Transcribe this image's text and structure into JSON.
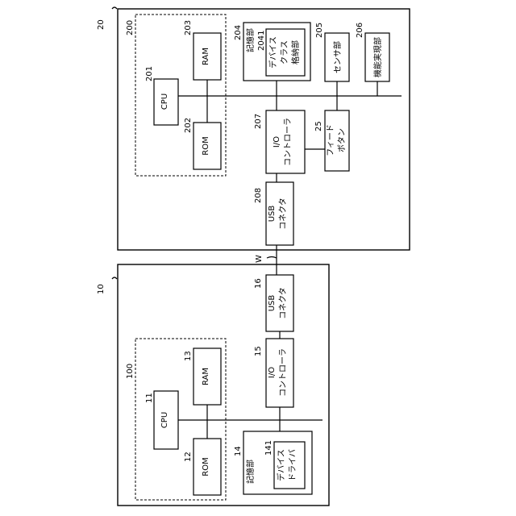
{
  "device_20": {
    "ref": "20",
    "control_ref": "200",
    "cpu": {
      "ref": "201",
      "label": "CPU"
    },
    "ram": {
      "ref": "203",
      "label": "RAM"
    },
    "rom": {
      "ref": "202",
      "label": "ROM"
    },
    "storage": {
      "ref": "204",
      "label": "記憶部"
    },
    "device_class_storage": {
      "ref": "2041",
      "lines": [
        "デバイス",
        "クラス",
        "格納部"
      ]
    },
    "sensor": {
      "ref": "205",
      "label": "センサ部"
    },
    "function": {
      "ref": "206",
      "label": "機能実現部"
    },
    "io_controller": {
      "ref": "207",
      "lines": [
        "I/O",
        "コントローラ"
      ]
    },
    "feed_button": {
      "ref": "25",
      "lines": [
        "フィード",
        "ボタン"
      ]
    },
    "usb_connector": {
      "ref": "208",
      "lines": [
        "USB",
        "コネクタ"
      ]
    }
  },
  "cable": {
    "ref": "W"
  },
  "device_10": {
    "ref": "10",
    "control_ref": "100",
    "cpu": {
      "ref": "11",
      "label": "CPU"
    },
    "ram": {
      "ref": "13",
      "label": "RAM"
    },
    "rom": {
      "ref": "12",
      "label": "ROM"
    },
    "storage": {
      "ref": "14",
      "label": "記憶部"
    },
    "device_driver": {
      "ref": "141",
      "lines": [
        "デバイス",
        "ドライバ"
      ]
    },
    "io_controller": {
      "ref": "15",
      "lines": [
        "I/O",
        "コントローラ"
      ]
    },
    "usb_connector": {
      "ref": "16",
      "lines": [
        "USB",
        "コネクタ"
      ]
    }
  }
}
